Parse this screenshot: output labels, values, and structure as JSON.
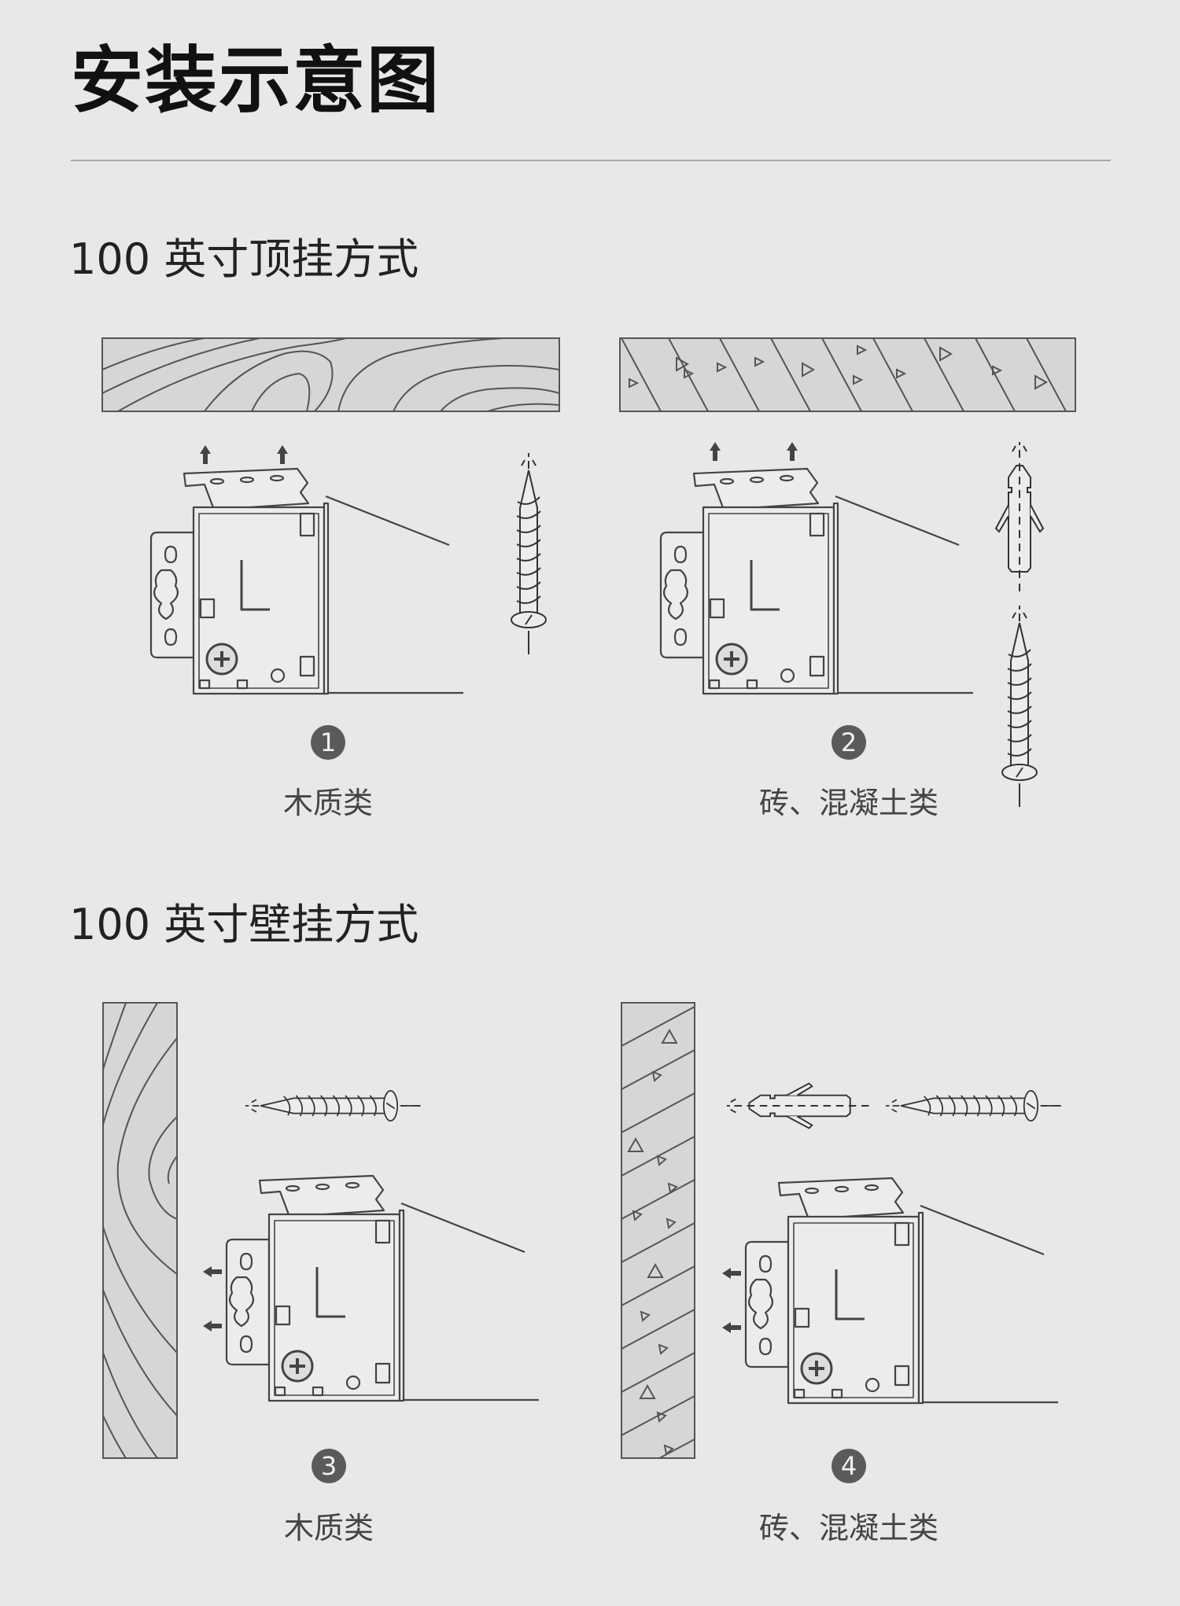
{
  "title": "安装示意图",
  "sections": [
    {
      "heading": "100 英寸顶挂方式",
      "steps": [
        {
          "number": "1",
          "label": "木质类",
          "surface": "wood",
          "icons": [
            "bracket-icon",
            "wood-screw-icon"
          ]
        },
        {
          "number": "2",
          "label": "砖、混凝土类",
          "surface": "concrete",
          "icons": [
            "bracket-icon",
            "wall-anchor-icon",
            "wood-screw-icon"
          ]
        }
      ]
    },
    {
      "heading": "100 英寸壁挂方式",
      "steps": [
        {
          "number": "3",
          "label": "木质类",
          "surface": "wood",
          "icons": [
            "bracket-icon",
            "wood-screw-icon"
          ]
        },
        {
          "number": "4",
          "label": "砖、混凝土类",
          "surface": "concrete",
          "icons": [
            "bracket-icon",
            "wall-anchor-icon",
            "wood-screw-icon"
          ]
        }
      ]
    }
  ],
  "colors": {
    "background": "#e8e8e8",
    "line": "#555555",
    "plank": "#d6d6d6",
    "badge": "#5a5a5a"
  }
}
